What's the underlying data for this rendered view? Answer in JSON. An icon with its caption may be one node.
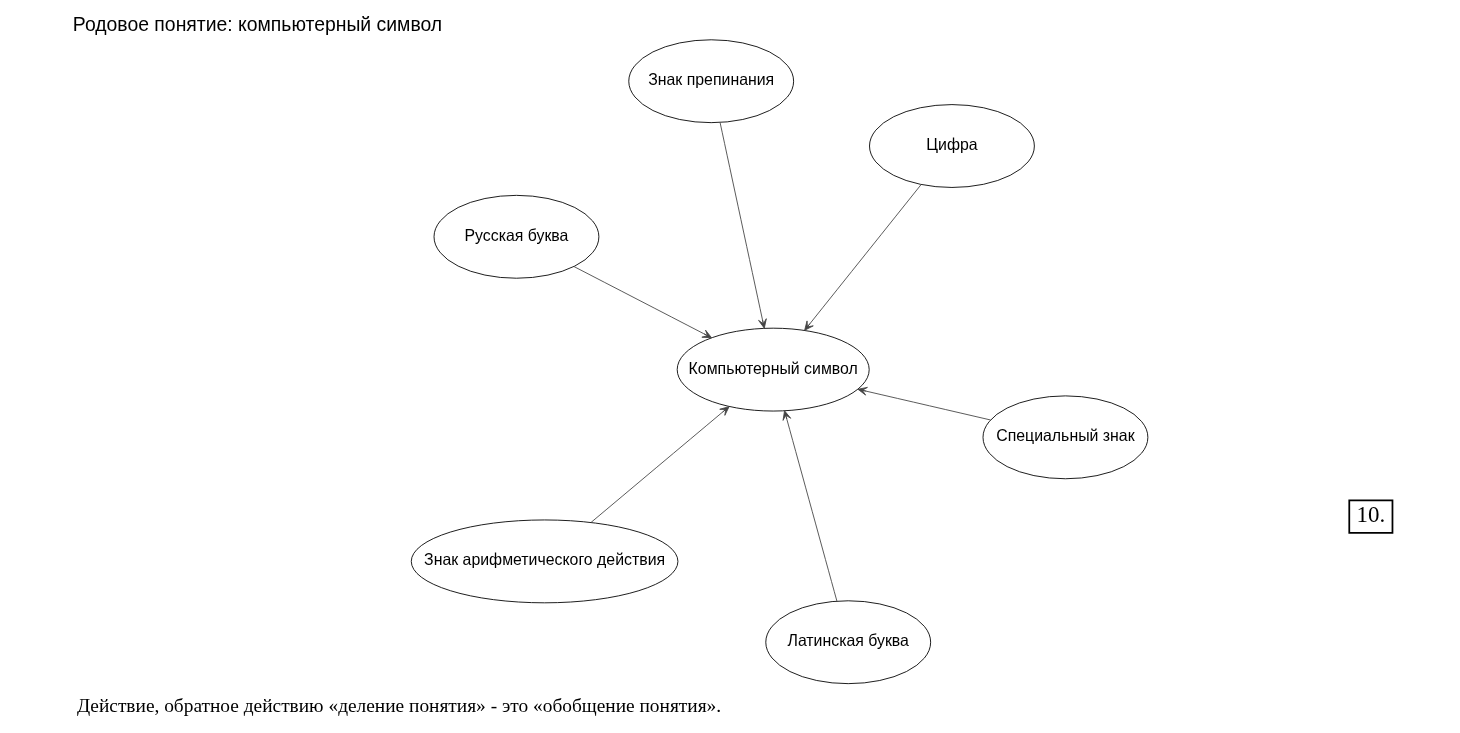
{
  "diagram": {
    "title": "Родовое понятие: компьютерный символ",
    "caption": "Действие, обратное действию «деление понятия» - это «обобщение понятия».",
    "nodes": [
      {
        "text": [
          "Русская буква"
        ]
      },
      {
        "text": [
          "Специальный знак"
        ]
      },
      {
        "text": [
          "Латинская буква"
        ]
      },
      {
        "text": [
          "Компьютерный символ"
        ]
      },
      {
        "text": [
          "Знак препинания"
        ]
      },
      {
        "text": [
          "Цифра"
        ]
      },
      {
        "text": [
          "Знак арифметического действия"
        ]
      }
    ],
    "edges": [
      {
        "from": 0,
        "to": 3,
        "arrow": "to"
      },
      {
        "from": 1,
        "to": 3,
        "arrow": "to"
      },
      {
        "from": 2,
        "to": 3,
        "arrow": "to"
      },
      {
        "from": 4,
        "to": 3,
        "arrow": "to"
      },
      {
        "from": 5,
        "to": 3,
        "arrow": "to"
      },
      {
        "from": 6,
        "to": 3,
        "arrow": "to"
      }
    ],
    "labels": [
      "10."
    ]
  }
}
